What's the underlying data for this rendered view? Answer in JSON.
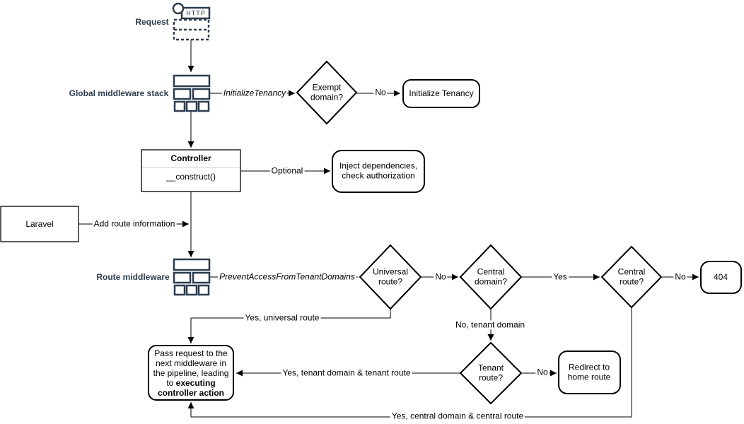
{
  "diagram": {
    "colors": {
      "accent_navy": "#2d3c4e",
      "shape_stroke": "#000000",
      "background": "#ffffff"
    },
    "stages": {
      "request": "Request",
      "http": "HTTP",
      "global_middleware_stack": "Global middleware stack",
      "route_middleware": "Route middleware"
    },
    "nodes": {
      "laravel": "Laravel",
      "controller": {
        "title": "Controller",
        "method": "__construct()"
      },
      "exempt_domain": "Exempt domain?",
      "initialize_tenancy": "Initialize Tenancy",
      "inject_dependencies": "Inject dependencies, check authorization",
      "universal_route": "Universal route?",
      "central_domain": "Central domain?",
      "central_route": "Central route?",
      "tenant_route": "Tenant route?",
      "not_found": "404",
      "redirect_home": "Redirect to home route",
      "pass_request": {
        "normal": "Pass request to the next middleware in the pipeline, leading to ",
        "bold": "executing controller action"
      }
    },
    "edges": {
      "initialize_tenancy_middleware": "InitializeTenancy",
      "exempt_no": "No",
      "optional": "Optional",
      "add_route_information": "Add route information",
      "prevent_access_middleware": "PreventAccessFromTenantDomains",
      "universal_no": "No",
      "central_domain_yes": "Yes",
      "central_route_no": "No",
      "no_tenant_domain": "No, tenant domain",
      "tenant_route_no": "No",
      "yes_universal_route": "Yes, universal route",
      "yes_tenant": "Yes, tenant domain & tenant route",
      "yes_central": "Yes, central domain & central route"
    }
  }
}
